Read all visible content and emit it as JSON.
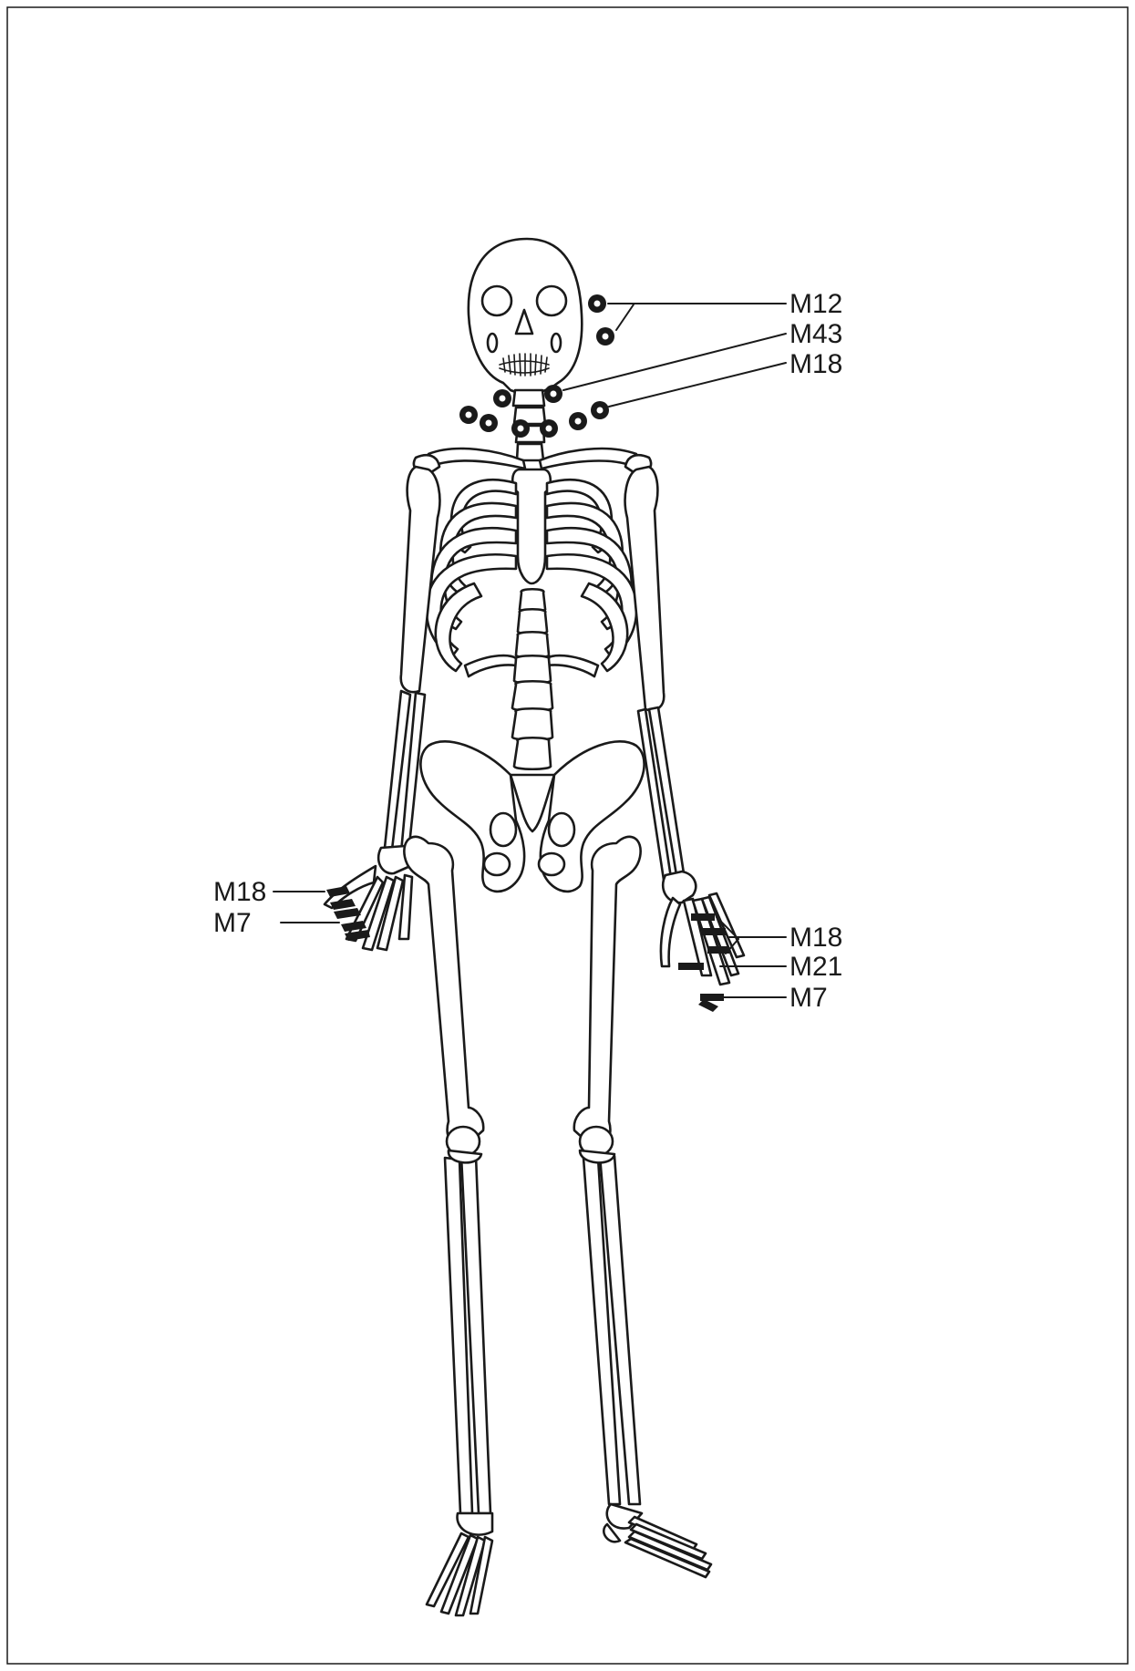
{
  "figure": {
    "labels": {
      "neck_m12": "M12",
      "neck_m43": "M43",
      "neck_m18": "M18",
      "left_hand_m18": "M18",
      "left_hand_m7": "M7",
      "right_hand_m18": "M18",
      "right_hand_m21": "M21",
      "right_hand_m7": "M7"
    },
    "colors": {
      "ink": "#1a1a1a",
      "paper": "#ffffff"
    }
  }
}
